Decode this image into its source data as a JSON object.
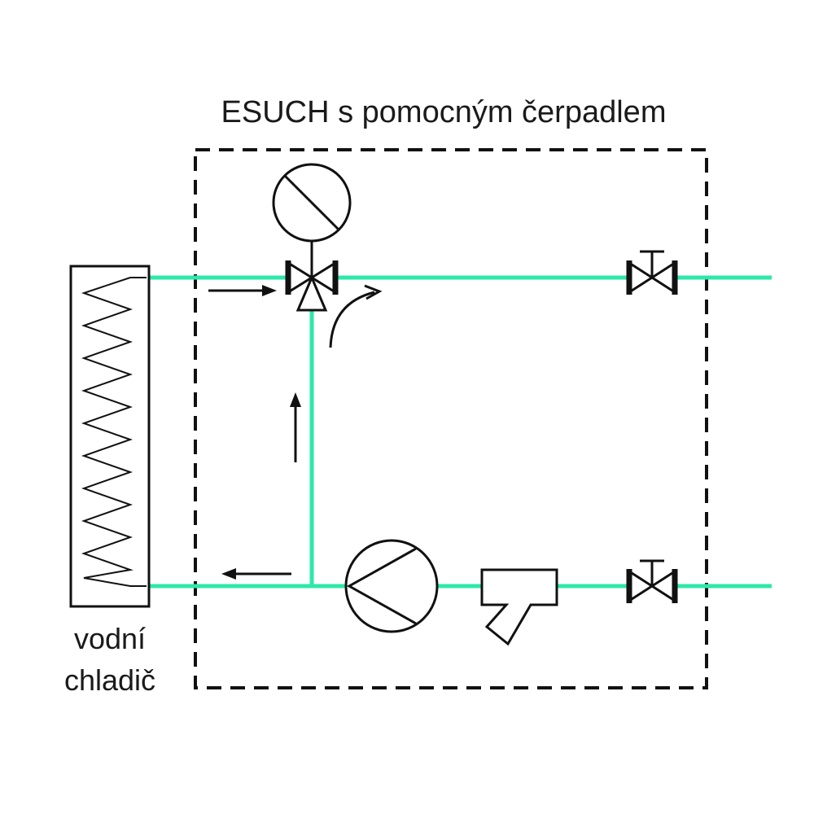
{
  "diagram": {
    "title": "ESUCH s pomocným čerpadlem",
    "cooler_label_line1": "vodní",
    "cooler_label_line2": "chladič"
  },
  "colors": {
    "pipe": "#2de8a8",
    "stroke": "#111111",
    "background": "#ffffff"
  },
  "components": [
    "water-cooler",
    "three-way-valve",
    "valve-actuator",
    "circulation-pump",
    "strainer-filter",
    "shutoff-valve-top",
    "shutoff-valve-bottom",
    "module-boundary"
  ]
}
